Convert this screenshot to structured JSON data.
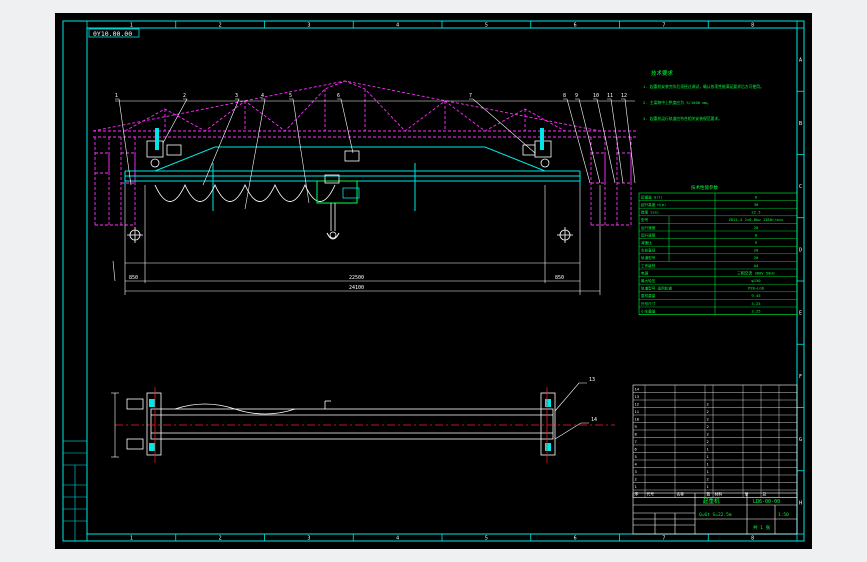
{
  "drawing": {
    "frame_title": "0Y10.00.00",
    "frame_title_display": "0Y10.00.00",
    "column_numbers": [
      "1",
      "2",
      "3",
      "4",
      "5",
      "6",
      "7",
      "8"
    ],
    "row_letters": [
      "A",
      "B",
      "C",
      "D",
      "E",
      "F",
      "G",
      "H"
    ],
    "part_callouts": [
      "1",
      "2",
      "3",
      "4",
      "5",
      "6",
      "7",
      "8",
      "9",
      "10",
      "11",
      "12",
      "13",
      "14"
    ],
    "dimension_main": "22500",
    "dimension_left": "850",
    "dimension_right": "850",
    "dimension_overall": "24100"
  },
  "notes": {
    "title": "技术要求",
    "lines": [
      "1. 起重机安装完毕后须经过调试，确认各项性能满足要求后方可使用。",
      "2. 主梁跨中上拱度应为 S/1000 mm。",
      "3. 起重机运行轨道应符合相关安装规范要求。"
    ]
  },
  "spec_table": {
    "title": "技术性能参数",
    "rows": [
      {
        "label": "起重量 Q(t)",
        "value": "6"
      },
      {
        "label": "起升高度 H(m)",
        "value": "30"
      },
      {
        "label": "跨度 S(m)",
        "value": "22.5"
      },
      {
        "label": "型号",
        "value": "ZD11-4 2×0.8kw 1380r/min"
      },
      {
        "label": "运行速度",
        "value": "20"
      },
      {
        "label": "起升速度",
        "value": "8"
      },
      {
        "label": "减速比",
        "value": "9"
      },
      {
        "label": "车轮直径",
        "value": "20"
      },
      {
        "label": "轨道型号",
        "value": "20"
      },
      {
        "label": "工作级别",
        "value": "A4"
      },
      {
        "label": "电源",
        "value": "三相交流 380V 50Hz"
      },
      {
        "label": "最大轮压",
        "value": "φ150"
      },
      {
        "label": "轨道型号 适用轨道",
        "value": "P28—LG6"
      },
      {
        "label": "整机重量",
        "value": "9.45"
      },
      {
        "label": "外形尺寸",
        "value": "3.25"
      },
      {
        "label": "小车重量",
        "value": "3.25"
      }
    ]
  },
  "bom": {
    "rows": [
      {
        "no": "14",
        "code": "",
        "name": "",
        "qty": "",
        "mat": "",
        "w1": "",
        "w2": ""
      },
      {
        "no": "13",
        "code": "",
        "name": "",
        "qty": "",
        "mat": "",
        "w1": "",
        "w2": ""
      },
      {
        "no": "12",
        "code": "",
        "name": "",
        "qty": "2",
        "mat": "",
        "w1": "",
        "w2": ""
      },
      {
        "no": "11",
        "code": "",
        "name": "",
        "qty": "2",
        "mat": "",
        "w1": "",
        "w2": ""
      },
      {
        "no": "10",
        "code": "",
        "name": "",
        "qty": "2",
        "mat": "",
        "w1": "",
        "w2": ""
      },
      {
        "no": "9",
        "code": "",
        "name": "",
        "qty": "2",
        "mat": "",
        "w1": "",
        "w2": ""
      },
      {
        "no": "8",
        "code": "",
        "name": "",
        "qty": "2",
        "mat": "",
        "w1": "",
        "w2": ""
      },
      {
        "no": "7",
        "code": "",
        "name": "",
        "qty": "2",
        "mat": "",
        "w1": "",
        "w2": ""
      },
      {
        "no": "6",
        "code": "",
        "name": "",
        "qty": "1",
        "mat": "",
        "w1": "",
        "w2": ""
      },
      {
        "no": "5",
        "code": "",
        "name": "",
        "qty": "1",
        "mat": "",
        "w1": "",
        "w2": ""
      },
      {
        "no": "4",
        "code": "",
        "name": "",
        "qty": "1",
        "mat": "",
        "w1": "",
        "w2": ""
      },
      {
        "no": "3",
        "code": "",
        "name": "",
        "qty": "1",
        "mat": "",
        "w1": "",
        "w2": ""
      },
      {
        "no": "2",
        "code": "",
        "name": "",
        "qty": "2",
        "mat": "",
        "w1": "",
        "w2": ""
      },
      {
        "no": "1",
        "code": "",
        "name": "",
        "qty": "1",
        "mat": "",
        "w1": "",
        "w2": ""
      }
    ],
    "header": {
      "no": "序",
      "code": "代号",
      "name": "名称",
      "qty": "数",
      "mat": "材料",
      "w1": "单",
      "w2": "总"
    }
  },
  "title_block": {
    "title": "起重机",
    "subtitle": "Q=6t  S=22.5m",
    "drawing_no": "LD6-00-00",
    "scale": "1:50",
    "sheet": "共 1 张",
    "company": ""
  },
  "colors": {
    "frame": "#00e6e6",
    "structure": "#ff2bff",
    "dimension": "#ffffff",
    "text_green": "#00ff3c",
    "hook": "#00ff5a",
    "centerline": "#ff2020",
    "yellow": "#ffff00",
    "background": "#000000"
  }
}
